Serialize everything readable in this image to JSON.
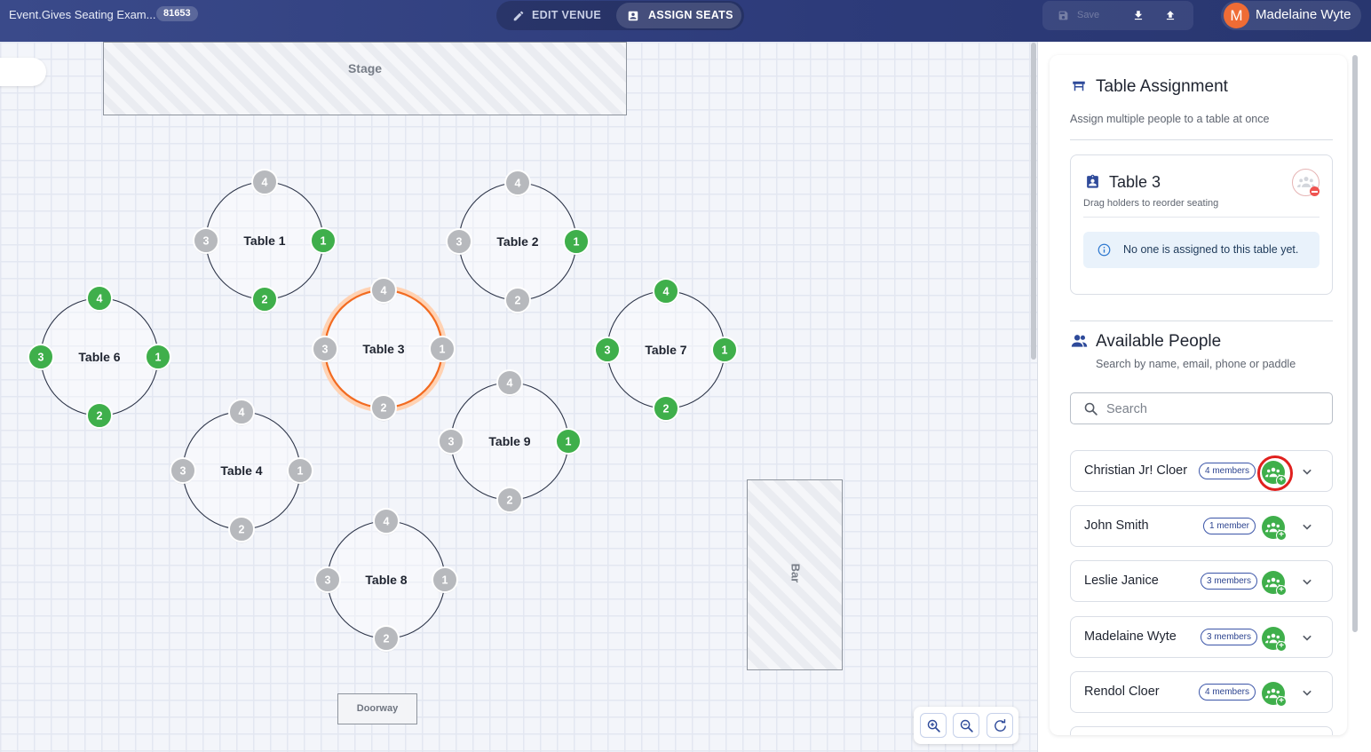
{
  "header": {
    "app_title": "Event.Gives Seating Exam...",
    "project_id": "81653",
    "modes": {
      "edit_venue": "EDIT VENUE",
      "assign_seats": "ASSIGN SEATS"
    },
    "save_label": "Save",
    "user": {
      "initial": "M",
      "name": "Madelaine Wyte"
    }
  },
  "venue": {
    "stage_label": "Stage",
    "bar_label": "Bar",
    "doorway_label": "Doorway",
    "tables": [
      {
        "name": "Table 1",
        "seats": [
          {
            "n": "1",
            "assigned": true
          },
          {
            "n": "2",
            "assigned": true
          },
          {
            "n": "3",
            "assigned": false
          },
          {
            "n": "4",
            "assigned": false
          }
        ]
      },
      {
        "name": "Table 2",
        "seats": [
          {
            "n": "1",
            "assigned": true
          },
          {
            "n": "2",
            "assigned": false
          },
          {
            "n": "3",
            "assigned": false
          },
          {
            "n": "4",
            "assigned": false
          }
        ]
      },
      {
        "name": "Table 3",
        "selected": true,
        "seats": [
          {
            "n": "1",
            "assigned": false
          },
          {
            "n": "2",
            "assigned": false
          },
          {
            "n": "3",
            "assigned": false
          },
          {
            "n": "4",
            "assigned": false
          }
        ]
      },
      {
        "name": "Table 4",
        "seats": [
          {
            "n": "1",
            "assigned": false
          },
          {
            "n": "2",
            "assigned": false
          },
          {
            "n": "3",
            "assigned": false
          },
          {
            "n": "4",
            "assigned": false
          }
        ]
      },
      {
        "name": "Table 6",
        "seats": [
          {
            "n": "1",
            "assigned": true
          },
          {
            "n": "2",
            "assigned": true
          },
          {
            "n": "3",
            "assigned": true
          },
          {
            "n": "4",
            "assigned": true
          }
        ]
      },
      {
        "name": "Table 7",
        "seats": [
          {
            "n": "1",
            "assigned": true
          },
          {
            "n": "2",
            "assigned": true
          },
          {
            "n": "3",
            "assigned": true
          },
          {
            "n": "4",
            "assigned": true
          }
        ]
      },
      {
        "name": "Table 8",
        "seats": [
          {
            "n": "1",
            "assigned": false
          },
          {
            "n": "2",
            "assigned": false
          },
          {
            "n": "3",
            "assigned": false
          },
          {
            "n": "4",
            "assigned": false
          }
        ]
      },
      {
        "name": "Table 9",
        "seats": [
          {
            "n": "1",
            "assigned": true
          },
          {
            "n": "2",
            "assigned": false
          },
          {
            "n": "3",
            "assigned": false
          },
          {
            "n": "4",
            "assigned": false
          }
        ]
      }
    ]
  },
  "panel": {
    "table_assignment": {
      "title": "Table Assignment",
      "subtitle": "Assign multiple people to a table at once"
    },
    "selected_table": {
      "title": "Table 3",
      "subtitle": "Drag holders to reorder seating",
      "empty_message": "No one is assigned to this table yet."
    },
    "available_people": {
      "title": "Available People",
      "subtitle": "Search by name, email, phone or paddle",
      "search_placeholder": "Search",
      "search_value": "",
      "people": [
        {
          "name": "Christian Jr! Cloer",
          "members": "4 members",
          "highlighted": true
        },
        {
          "name": "John Smith",
          "members": "1 member"
        },
        {
          "name": "Leslie Janice",
          "members": "3 members"
        },
        {
          "name": "Madelaine Wyte",
          "members": "3 members"
        },
        {
          "name": "Rendol Cloer",
          "members": "4 members"
        }
      ]
    }
  },
  "colors": {
    "seat_assigned": "#3faf4b",
    "seat_empty": "#b7b9bd",
    "selected_table": "#f26b21",
    "header_bg": "#2d3b7a",
    "highlight": "#e0201e"
  },
  "icons": {
    "edit_venue": "pencil-icon",
    "assign_seats": "badge-icon",
    "save": "floppy-icon",
    "download": "download-icon",
    "upload": "upload-icon",
    "zoom_in": "zoom-in-icon",
    "zoom_out": "zoom-out-icon",
    "reset": "refresh-icon",
    "table_assignment": "table-icon",
    "group_assign": "group-add-icon",
    "info": "info-icon",
    "search": "search-icon",
    "expand": "chevron-down-icon"
  }
}
